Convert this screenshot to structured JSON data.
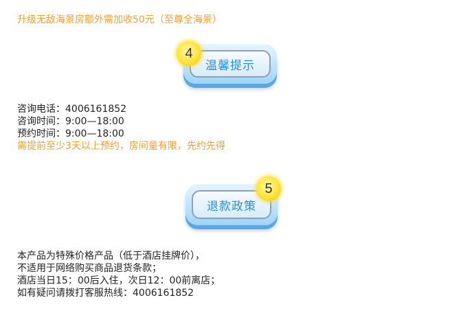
{
  "top_notice": "升级无敌海景房额外需加收50元（至尊全海景）",
  "tips_section": {
    "badge_number": "4",
    "button_label": "温馨提示",
    "lines": [
      "咨询电话：4006161852",
      "咨询时间：9:00—18:00",
      "预约时间：9:00—18:00"
    ],
    "highlight": "需提前至少3天以上预约，房间量有限，先约先得"
  },
  "refund_section": {
    "badge_number": "5",
    "button_label": "退款政策",
    "lines": [
      "本产品为特殊价格产品（低于酒店挂牌价），",
      "不适用于网络购买商品退货条款；",
      "酒店当日15：00后入住，次日12：00前离店；",
      "如有疑问请拨打客服热线：4006161852"
    ]
  },
  "colors": {
    "highlight_text": "#f0a030",
    "button_text": "#2a8fd6",
    "badge": "#ffe84a"
  }
}
